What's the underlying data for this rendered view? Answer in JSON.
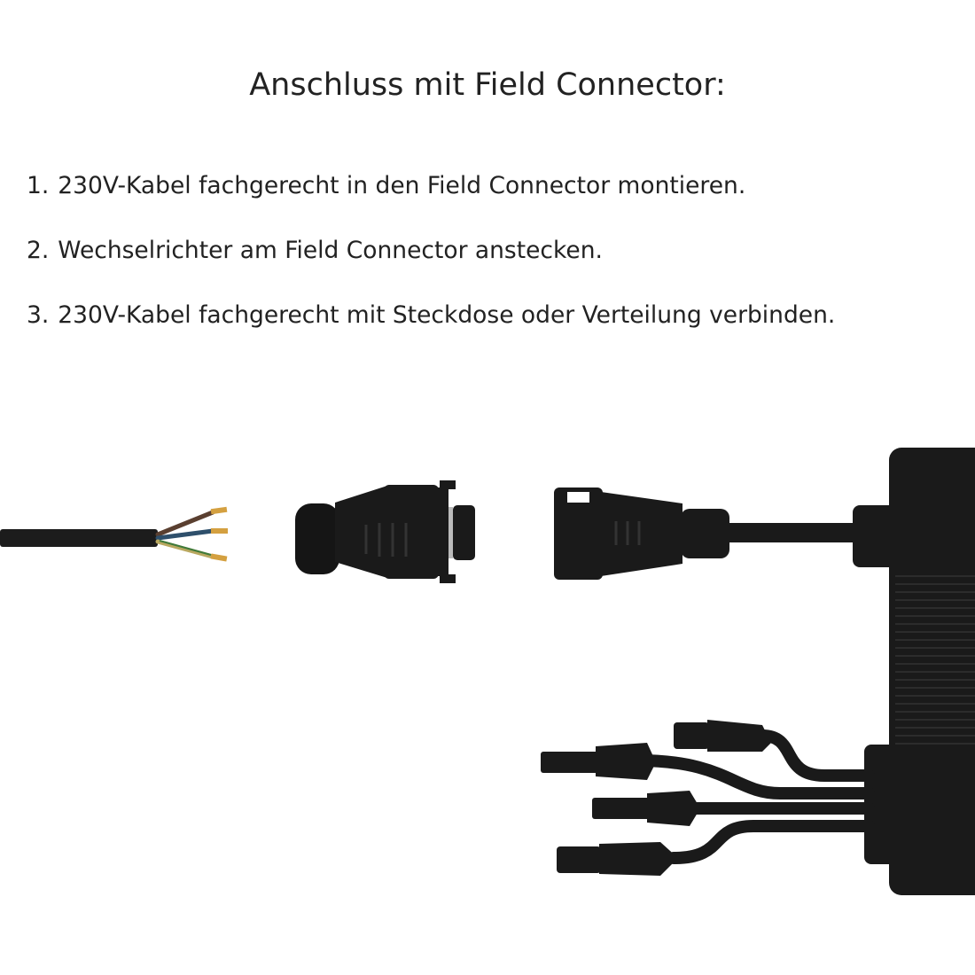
{
  "title": "Anschluss mit Field Connector:",
  "steps": [
    {
      "number": "1.",
      "text": "230V-Kabel fachgerecht in den Field Connector montieren."
    },
    {
      "number": "2.",
      "text": "Wechselrichter am Field Connector anstecken."
    },
    {
      "number": "3.",
      "text": "230V-Kabel fachgerecht mit Steckdose oder Verteilung verbinden."
    }
  ],
  "colors": {
    "text": "#222222",
    "device": "#1a1a1a",
    "wire_brown": "#5a3f30",
    "wire_blue": "#2e4f6b",
    "wire_green_yellow": "#6a8a3a",
    "ferrule": "#d4a040"
  }
}
